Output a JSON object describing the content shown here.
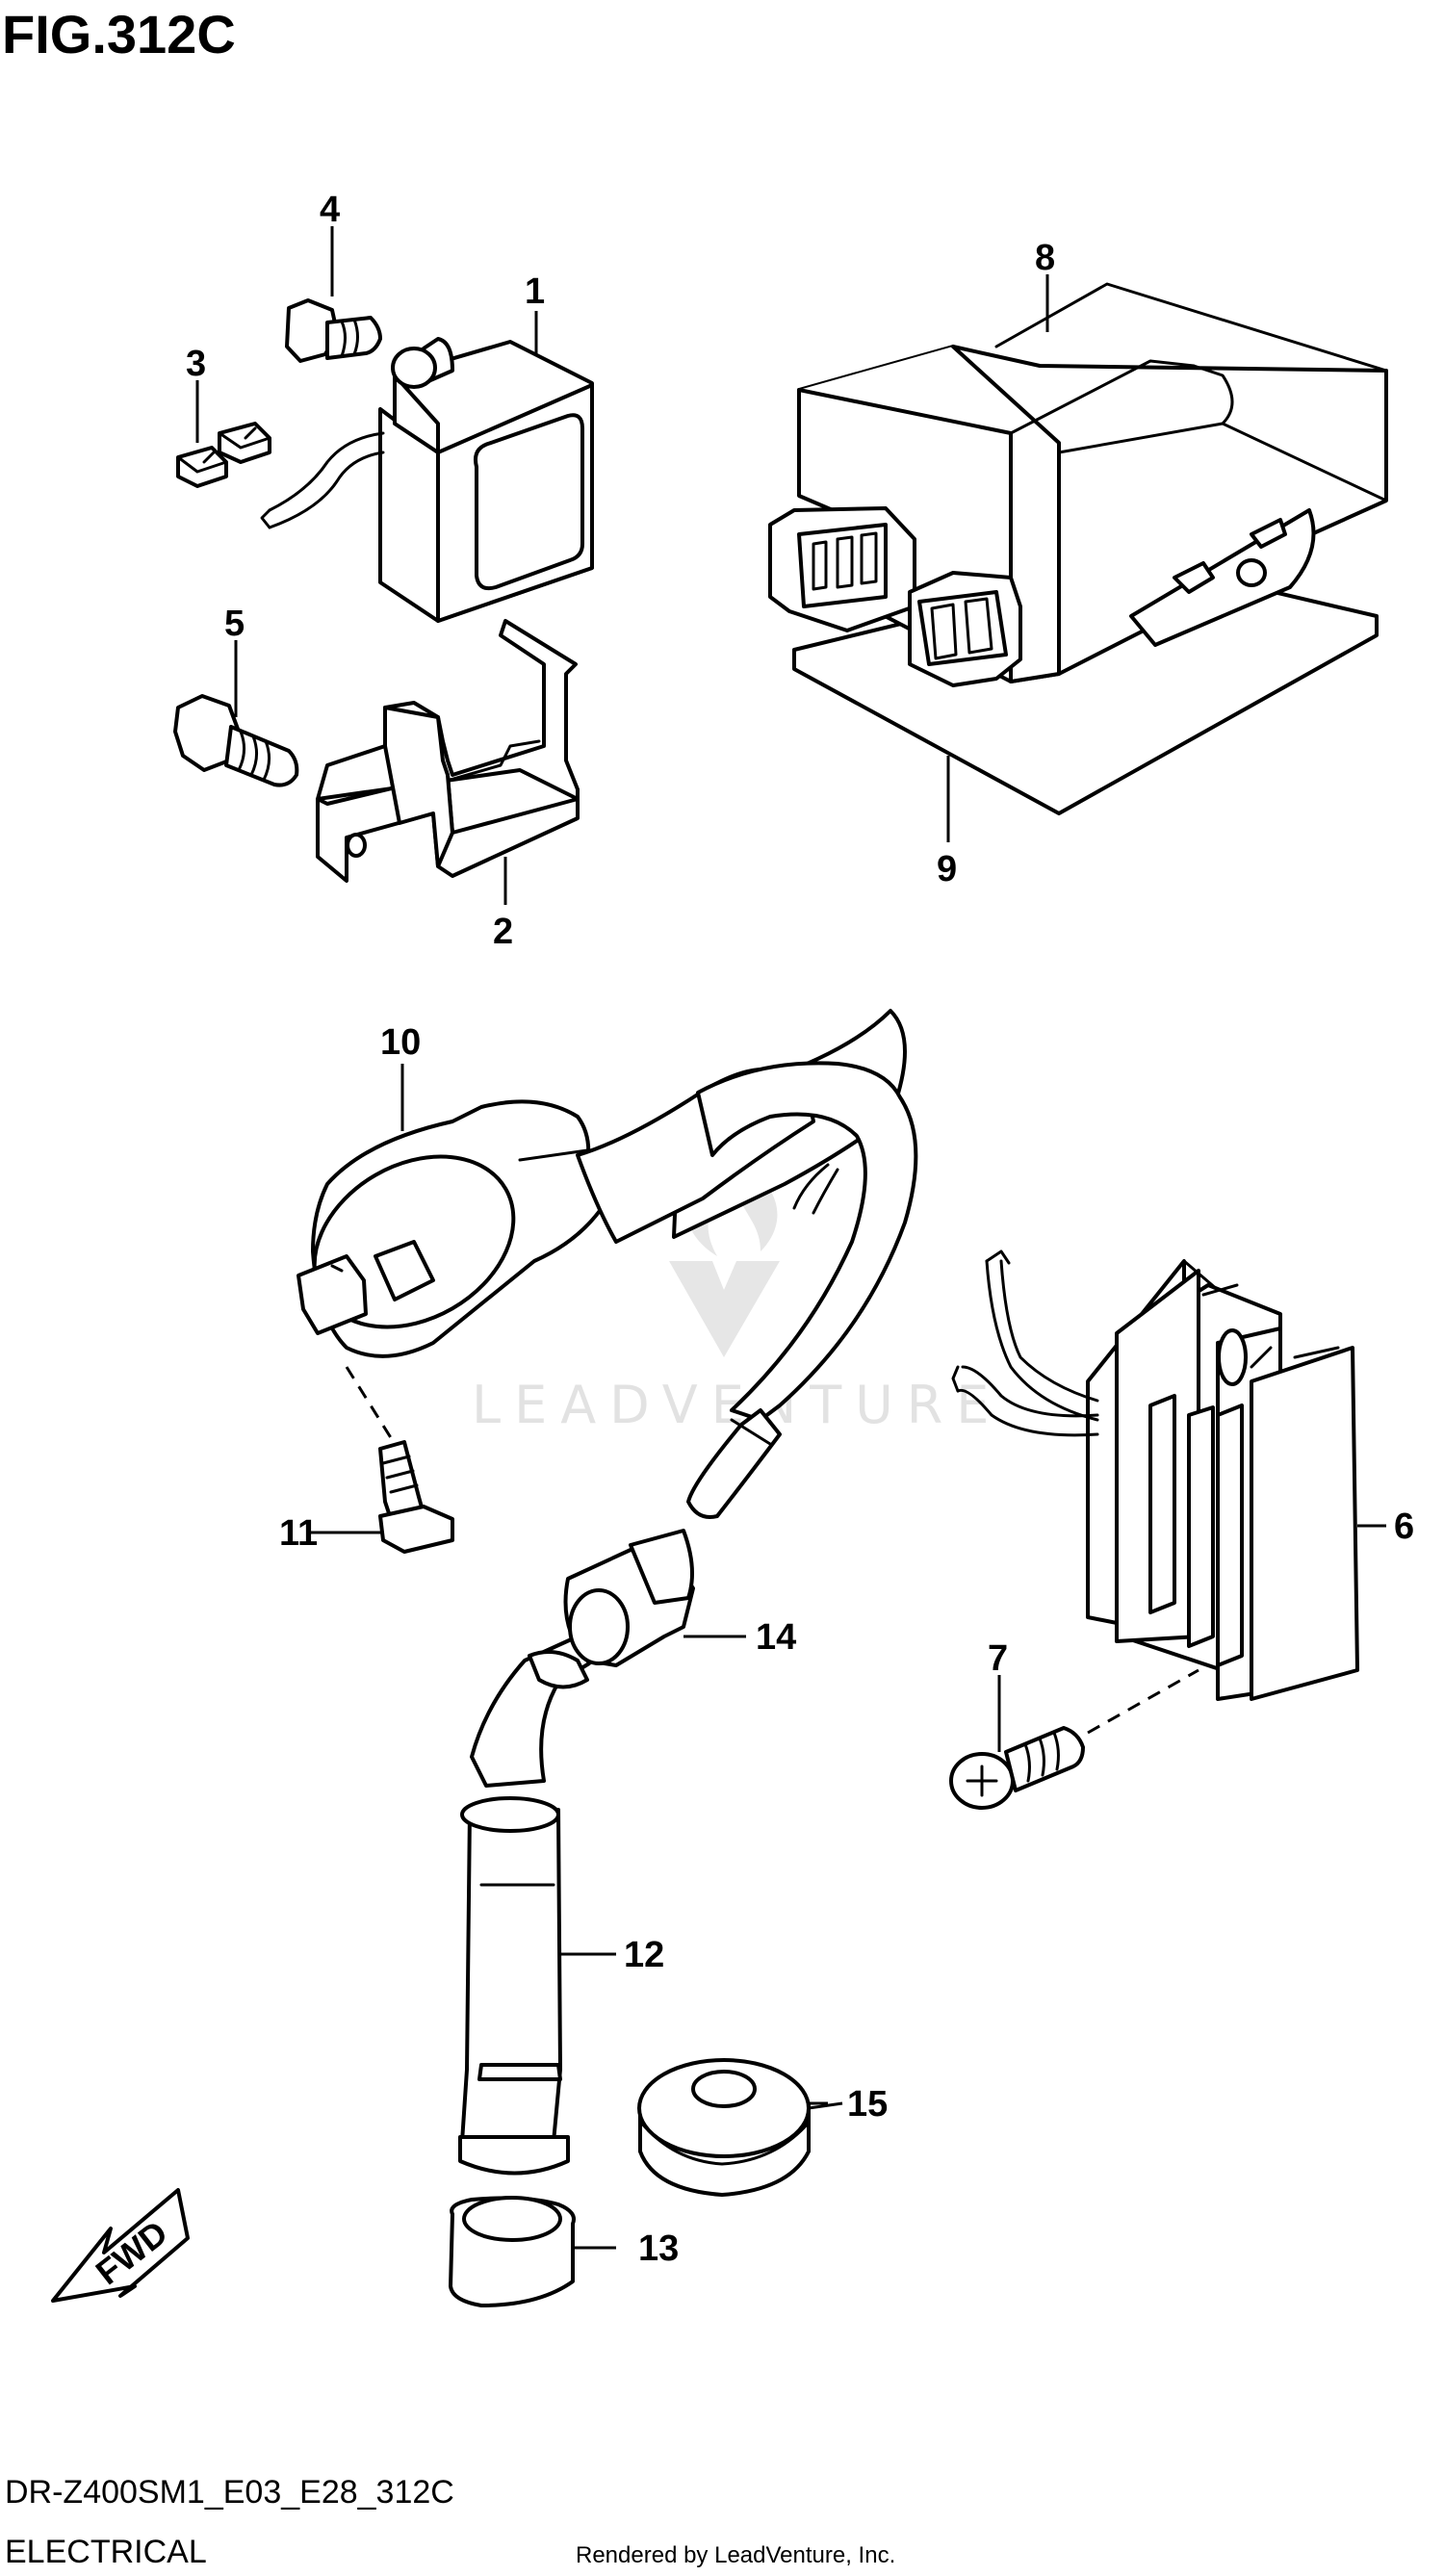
{
  "figure": {
    "title": "FIG.312C"
  },
  "footer": {
    "model_code": "DR-Z400SM1_E03_E28_312C",
    "section_name": "ELECTRICAL",
    "rendered_by": "Rendered by LeadVenture, Inc."
  },
  "watermark": {
    "text": "LEADVENTURE",
    "icon": "leadventure-flame-logo"
  },
  "direction_arrow": {
    "label": "FWD",
    "icon": "fwd-arrow-icon"
  },
  "callouts": [
    "1",
    "2",
    "3",
    "4",
    "5",
    "6",
    "7",
    "8",
    "9",
    "10",
    "11",
    "12",
    "13",
    "14",
    "15"
  ],
  "colors": {
    "line": "#000000",
    "background": "#ffffff",
    "watermark": "#e2e2e2"
  }
}
